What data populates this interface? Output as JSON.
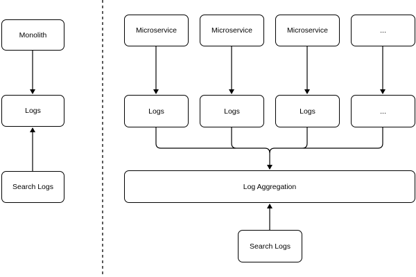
{
  "monolith_side": {
    "monolith_label": "Monolith",
    "logs_label": "Logs",
    "search_label": "Search Logs"
  },
  "microservice_side": {
    "services": [
      {
        "label": "Microservice",
        "logs_label": "Logs"
      },
      {
        "label": "Microservice",
        "logs_label": "Logs"
      },
      {
        "label": "Microservice",
        "logs_label": "Logs"
      },
      {
        "label": "...",
        "logs_label": "..."
      }
    ],
    "aggregation_label": "Log Aggregation",
    "search_label": "Search Logs"
  },
  "colors": {
    "stroke": "#000000",
    "background": "#ffffff"
  }
}
